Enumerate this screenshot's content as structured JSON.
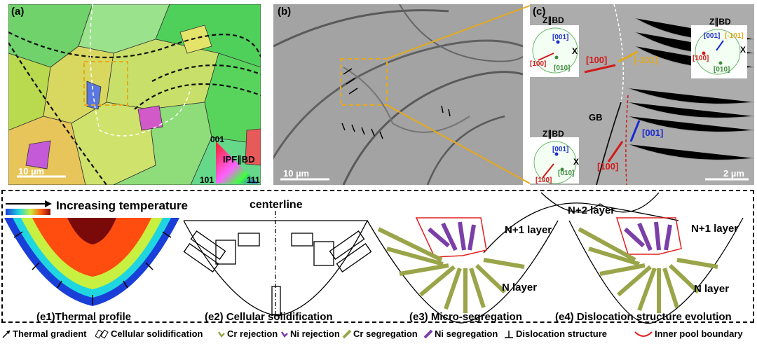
{
  "panel_a": {
    "label": "(a)",
    "scale": "10 µm",
    "ipf_label": "IPF∥BD",
    "corner_001": "001",
    "corner_101": "101",
    "corner_111": "111"
  },
  "panel_b": {
    "label": "(b)",
    "scale": "10 µm"
  },
  "panel_c": {
    "label": "(c)",
    "scale": "2 µm",
    "zbd": "Z∥BD",
    "x": "X",
    "gb": "GB",
    "dir_100": "[100]",
    "dir_001": "[001]",
    "dir_010": "[010]",
    "dir_m101": "[-101]",
    "colors": {
      "red": "#d11a1a",
      "blue": "#1a2ad1",
      "green": "#3f8a3f",
      "gold": "#e1a91b"
    }
  },
  "panel_e": {
    "temp_label": "Increasing temperature",
    "centerline": "centerline",
    "n_layer": "N layer",
    "n1_layer": "N+1 layer",
    "n2_layer": "N+2 layer",
    "captions": {
      "e1": "(e1)Thermal profile",
      "e2": "(e2) Cellular solidification",
      "e3": "(e3) Micro-segregation",
      "e4": "(e4) Dislocation structure evolution"
    }
  },
  "legend": {
    "thermal_gradient": "Thermal gradient",
    "cellular_solidification": "Cellular solidification",
    "cr_rejection": "Cr rejection",
    "ni_rejection": "Ni rejection",
    "cr_segregation": "Cr segregation",
    "ni_segregation": "Ni segregation",
    "dislocation_structure": "Dislocation structure",
    "inner_pool_boundary": "Inner pool boundary",
    "colors": {
      "cr": "#9aa54a",
      "ni": "#7b3fa8",
      "boundary": "#e02020"
    }
  }
}
